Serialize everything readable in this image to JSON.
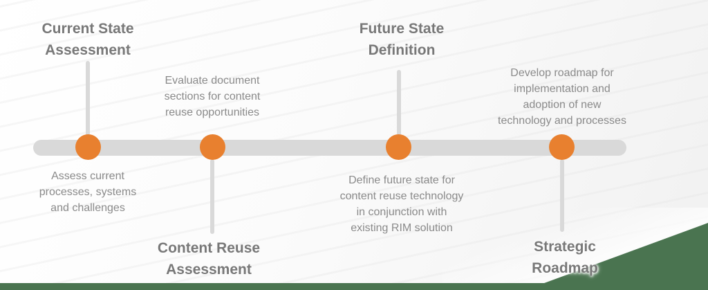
{
  "colors": {
    "accent-orange": "#e8802f",
    "track-gray": "#d9d9d9",
    "title-gray": "#787878",
    "body-gray": "#8a8a8a",
    "accent-green": "#4a7450"
  },
  "timeline": {
    "type": "horizontal-process-timeline",
    "milestone_count": 4,
    "milestones": [
      {
        "id": 1,
        "title": "Current State\nAssessment",
        "description": "Assess current\nprocesses, systems\nand challenges",
        "title_side": "top",
        "description_side": "bottom"
      },
      {
        "id": 2,
        "title": "Content Reuse\nAssessment",
        "description": "Evaluate document\nsections for content\nreuse opportunities",
        "title_side": "bottom",
        "description_side": "top"
      },
      {
        "id": 3,
        "title": "Future State\nDefinition",
        "description": "Define future state for\ncontent reuse technology\nin conjunction with\nexisting RIM solution",
        "title_side": "top",
        "description_side": "bottom"
      },
      {
        "id": 4,
        "title": "Strategic\nRoadmap",
        "description": "Develop roadmap for\nimplementation and\nadoption of new\ntechnology and processes",
        "title_side": "bottom",
        "description_side": "top"
      }
    ]
  }
}
